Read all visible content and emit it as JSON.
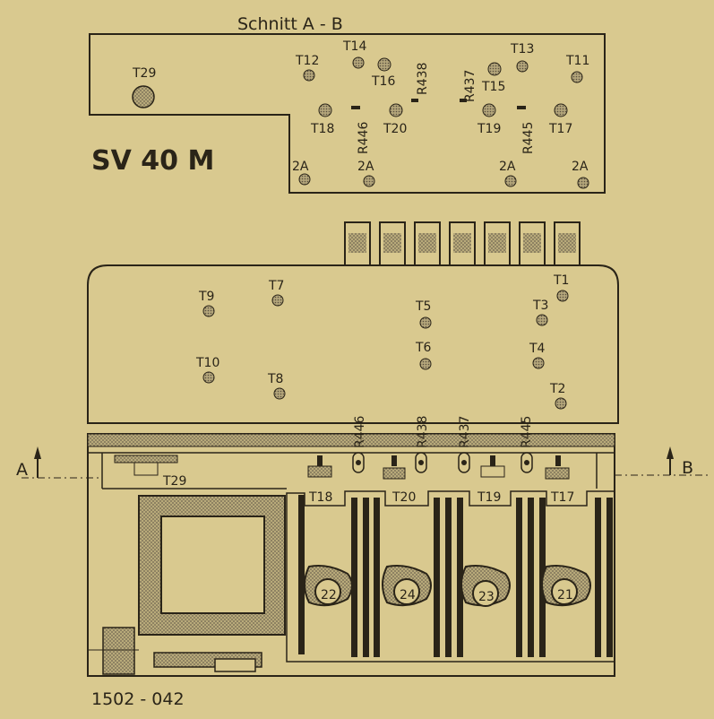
{
  "section_title": "Schnitt A - B",
  "model": "SV 40 M",
  "drawing_number": "1502 - 042",
  "colors": {
    "paper": "#d9c98f",
    "ink": "#2a2418",
    "hatch": "#8a7f62"
  },
  "section_marks": {
    "left": "A",
    "right": "B"
  },
  "top_board": {
    "test_points": [
      {
        "id": "T29",
        "label": "T29"
      },
      {
        "id": "T12",
        "label": "T12"
      },
      {
        "id": "T14",
        "label": "T14"
      },
      {
        "id": "T16",
        "label": "T16"
      },
      {
        "id": "T13",
        "label": "T13"
      },
      {
        "id": "T11",
        "label": "T11"
      },
      {
        "id": "T15",
        "label": "T15"
      },
      {
        "id": "T18",
        "label": "T18"
      },
      {
        "id": "T20",
        "label": "T20"
      },
      {
        "id": "T19",
        "label": "T19"
      },
      {
        "id": "T17",
        "label": "T17"
      },
      {
        "id": "2A_1",
        "label": "2A"
      },
      {
        "id": "2A_2",
        "label": "2A"
      },
      {
        "id": "2A_3",
        "label": "2A"
      },
      {
        "id": "2A_4",
        "label": "2A"
      }
    ],
    "resistors": [
      {
        "id": "R438",
        "label": "R438"
      },
      {
        "id": "R437",
        "label": "R437"
      },
      {
        "id": "R446",
        "label": "R446"
      },
      {
        "id": "R445",
        "label": "R445"
      }
    ]
  },
  "main_board": {
    "test_points": [
      {
        "id": "T9",
        "label": "T9"
      },
      {
        "id": "T7",
        "label": "T7"
      },
      {
        "id": "T5",
        "label": "T5"
      },
      {
        "id": "T1",
        "label": "T1"
      },
      {
        "id": "T3",
        "label": "T3"
      },
      {
        "id": "T6",
        "label": "T6"
      },
      {
        "id": "T4",
        "label": "T4"
      },
      {
        "id": "T10",
        "label": "T10"
      },
      {
        "id": "T8",
        "label": "T8"
      },
      {
        "id": "T2",
        "label": "T2"
      }
    ]
  },
  "chassis": {
    "resistors": [
      {
        "id": "R446",
        "label": "R446"
      },
      {
        "id": "R438",
        "label": "R438"
      },
      {
        "id": "R437",
        "label": "R437"
      },
      {
        "id": "R445",
        "label": "R445"
      }
    ],
    "drivers": [
      {
        "id": "T18",
        "label": "T18"
      },
      {
        "id": "T20",
        "label": "T20"
      },
      {
        "id": "T19",
        "label": "T19"
      },
      {
        "id": "T17",
        "label": "T17"
      }
    ],
    "bracket_label": "T29",
    "power_transistors": [
      {
        "id": "T22",
        "number": "22"
      },
      {
        "id": "T24",
        "number": "24"
      },
      {
        "id": "T23",
        "number": "23"
      },
      {
        "id": "T21",
        "number": "21"
      }
    ]
  }
}
